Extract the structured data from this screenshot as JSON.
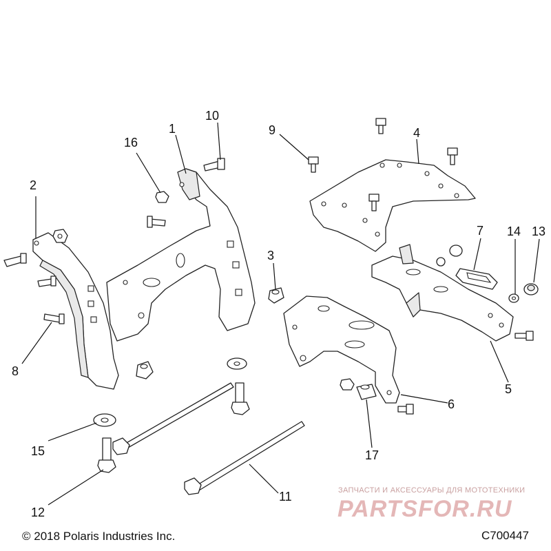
{
  "callouts": {
    "c1": "1",
    "c2": "2",
    "c3": "3",
    "c4": "4",
    "c5": "5",
    "c6": "6",
    "c7": "7",
    "c8": "8",
    "c9": "9",
    "c10": "10",
    "c11": "11",
    "c12": "12",
    "c13": "13",
    "c14": "14",
    "c15": "15",
    "c16": "16",
    "c17": "17"
  },
  "footer": {
    "copyright": "© 2018 Polaris Industries Inc.",
    "drawing_id": "C700447"
  },
  "watermark": {
    "tagline": "ЗАПЧАСТИ И АКСЕССУАРЫ ДЛЯ МОТОТЕХНИКИ",
    "logo": "PARTSFOR.RU"
  }
}
